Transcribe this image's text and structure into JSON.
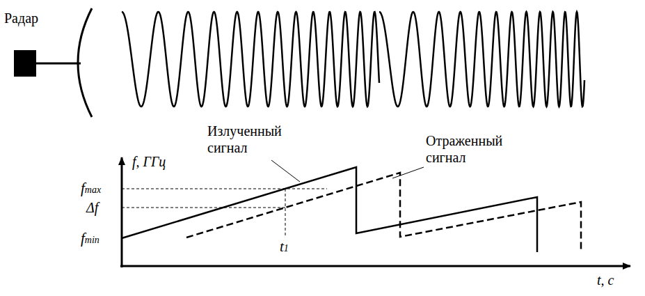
{
  "diagram": {
    "labels": [
      "Радар",
      "f, ГГц",
      "Излученный сигнал",
      "Отраженный сигнал",
      "fmax",
      "Δf",
      "fmin",
      "t1",
      "t, с"
    ]
  }
}
